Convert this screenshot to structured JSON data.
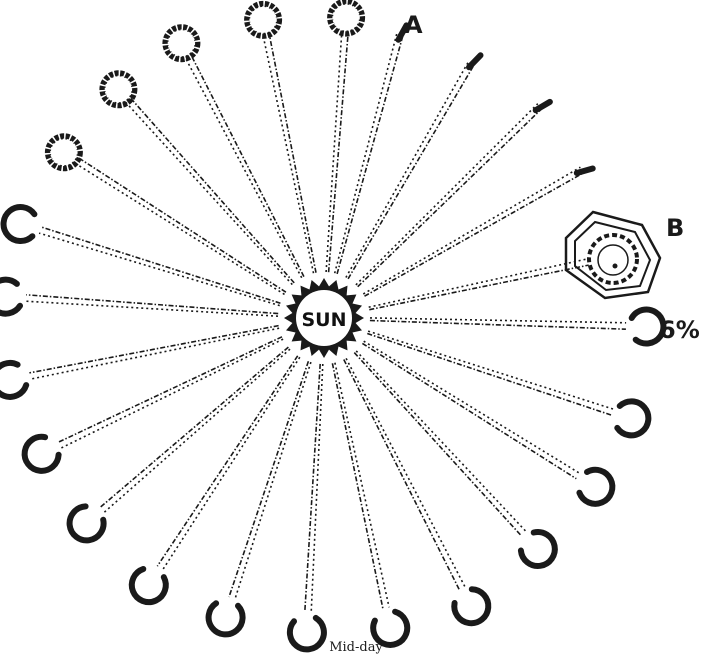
{
  "diagram": {
    "center_label": "SUN",
    "label_a": "A",
    "label_b": "B",
    "percent_label": "6%",
    "caption": "Mid-day",
    "ray_count": 24,
    "colors": {
      "ink": "#1a1a1a",
      "background": "#ffffff"
    }
  }
}
